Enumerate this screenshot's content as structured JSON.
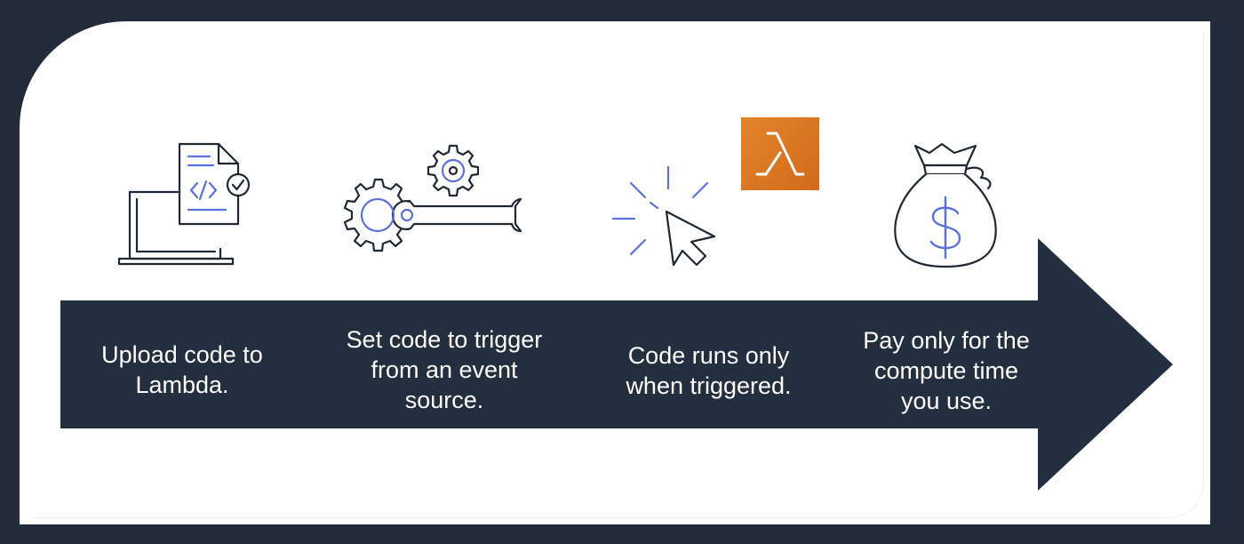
{
  "steps": [
    {
      "text": "Upload code to\nLambda.",
      "icon": "laptop-code-document-icon"
    },
    {
      "text": "Set code to trigger\nfrom an event\nsource.",
      "icon": "gears-wrench-icon"
    },
    {
      "text": "Code runs only\nwhen triggered.",
      "icon": "cursor-click-icon"
    },
    {
      "text": "Pay only for the\ncompute time\nyou use.",
      "icon": "money-bag-icon"
    }
  ],
  "badge": {
    "icon": "lambda-icon",
    "glyph": "λ"
  },
  "colors": {
    "background": "#232b3a",
    "arrow": "#232f3e",
    "accent": "#5a6fe0",
    "lambda": "#dd7b27",
    "line": "#1f2733"
  }
}
